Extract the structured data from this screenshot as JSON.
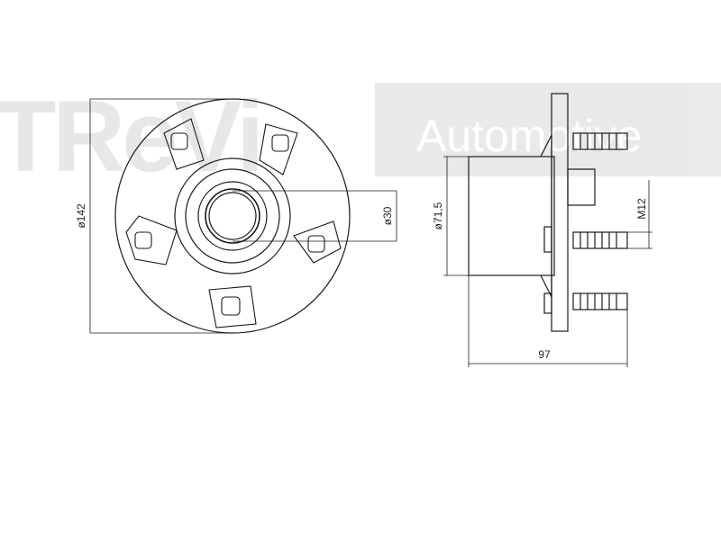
{
  "watermark": {
    "brand": "TReVi",
    "subtitle": "Automotive"
  },
  "dimensions": {
    "flange_diameter": "ø142",
    "bore_diameter": "ø30",
    "hub_diameter": "ø71,5",
    "stud_thread": "M12",
    "overall_length": "97"
  },
  "colors": {
    "line": "#1a1a1a",
    "watermark_fill": "#dcdcdc"
  }
}
